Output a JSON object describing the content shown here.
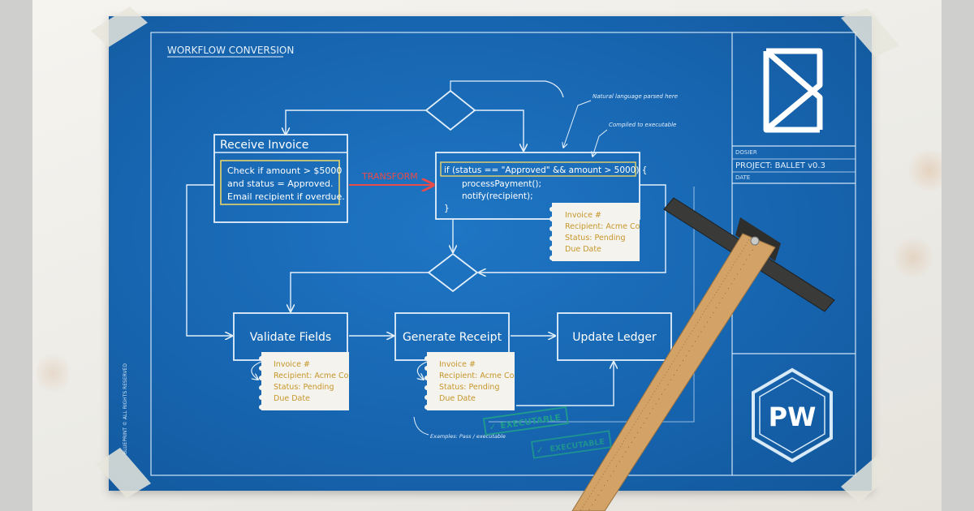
{
  "blueprint": {
    "title": "WORKFLOW CONVERSION",
    "transform_label": "TRANSFORM",
    "receive": {
      "header": "Receive Invoice",
      "lines": [
        "Check if amount > $5000",
        "and status = Approved.",
        "Email recipient if overdue."
      ]
    },
    "code": {
      "lines": [
        "if (status == \"Approved\" && amount > 5000) {",
        "processPayment();",
        "notify(recipient);",
        "}"
      ]
    },
    "annotations": {
      "natural": "Natural language parsed here",
      "compiled": "Compiled to executable",
      "examples": "Examples: Pass / executable"
    },
    "steps": [
      "Validate Fields",
      "Generate Receipt",
      "Update Ledger"
    ],
    "note_lines": [
      "Invoice #",
      "Recipient: Acme Co",
      "Status: Pending",
      "Due Date"
    ],
    "title_block": {
      "small_top": "DOSIER",
      "project": "PROJECT: BALLET v0.3",
      "small_bottom": "DATE"
    },
    "logo_text": "PW",
    "stamps": [
      "EXECUTABLE",
      "EXECUTABLE"
    ],
    "side_vertical_text": "BLUEPRINT © ALL RIGHTS RESERVED"
  },
  "colors": {
    "paper": "#1765b0",
    "line": "#e4f0fb",
    "code_highlight": "#e9d46a",
    "transform": "#e94b4b",
    "stamp": "#1f9c8b",
    "note_text": "#c7962a",
    "ruler": "#d2a266"
  }
}
